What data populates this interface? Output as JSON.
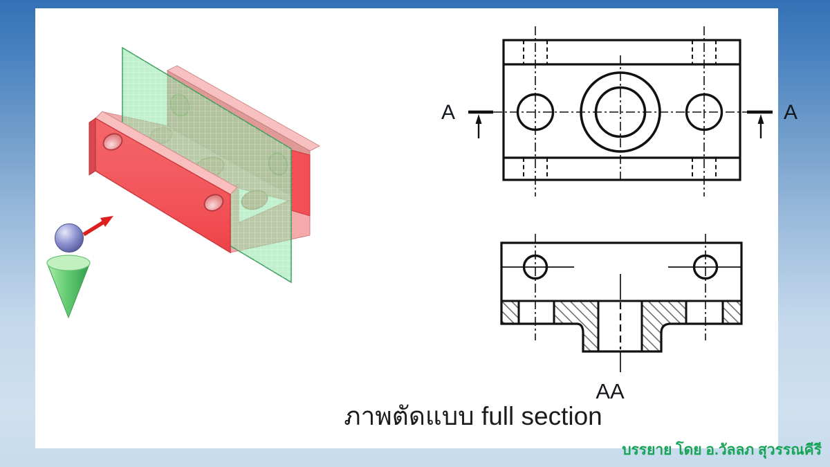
{
  "slide": {
    "caption": "ภาพตัดแบบ full section",
    "credit": "บรรยาย โดย อ.วัลลภ สุวรรณคีรี"
  },
  "views": {
    "top_view": {
      "section_label_left": "A",
      "section_label_right": "A"
    },
    "section_view": {
      "label": "AA"
    }
  },
  "pictorial": {
    "elements": [
      "red-u-channel-block",
      "green-cutting-plane",
      "viewing-cone-icon",
      "viewing-sphere-icon",
      "view-direction-arrow-icon"
    ]
  },
  "colors": {
    "background_top": "#3370b5",
    "background_bottom": "#cfe0ef",
    "panel": "#ffffff",
    "drawing_line": "#111111",
    "object_red": "#f4585c",
    "plane_green": "#8ce3a6",
    "cone_green": "#4fb45f",
    "sphere_blue": "#8187c8",
    "arrow_red": "#dd1f1f",
    "caption_text": "#1c1c1c",
    "credit_text": "#18a456"
  }
}
